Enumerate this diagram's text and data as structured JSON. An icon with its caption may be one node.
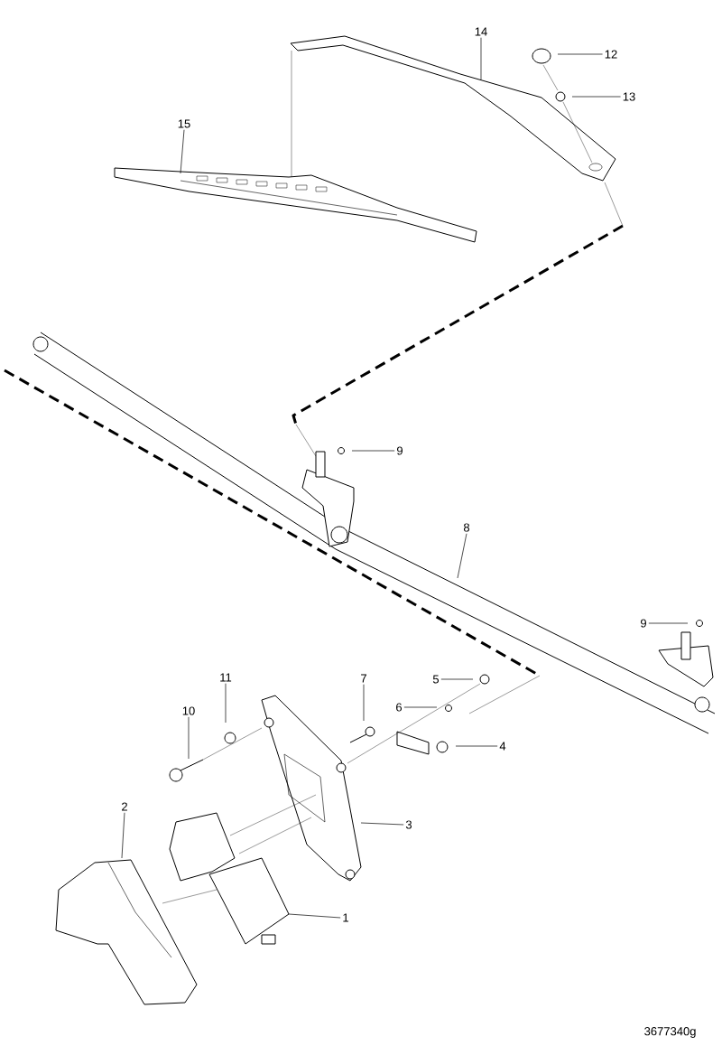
{
  "diagram": {
    "nodes": [
      {
        "text": [
          "14"
        ]
      },
      {
        "text": [
          "12"
        ]
      },
      {
        "text": [
          "13"
        ]
      },
      {
        "text": [
          "15"
        ]
      },
      {
        "text": [
          "9"
        ]
      },
      {
        "text": [
          "8"
        ]
      },
      {
        "text": [
          "9"
        ]
      },
      {
        "text": [
          "11"
        ]
      },
      {
        "text": [
          "7"
        ]
      },
      {
        "text": [
          "5"
        ]
      },
      {
        "text": [
          "6"
        ]
      },
      {
        "text": [
          "10"
        ]
      },
      {
        "text": [
          "4"
        ]
      },
      {
        "text": [
          "2"
        ]
      },
      {
        "text": [
          "3"
        ]
      },
      {
        "text": [
          "1"
        ]
      }
    ],
    "edges": [
      {
        "from": 0,
        "to": null,
        "arrow": "none"
      },
      {
        "from": 1,
        "to": null,
        "arrow": "none"
      },
      {
        "from": 2,
        "to": null,
        "arrow": "none"
      },
      {
        "from": 3,
        "to": null,
        "arrow": "none"
      },
      {
        "from": 4,
        "to": null,
        "arrow": "none"
      },
      {
        "from": 5,
        "to": null,
        "arrow": "none"
      },
      {
        "from": 6,
        "to": null,
        "arrow": "none"
      },
      {
        "from": 7,
        "to": null,
        "arrow": "none"
      },
      {
        "from": 8,
        "to": null,
        "arrow": "none"
      },
      {
        "from": 9,
        "to": null,
        "arrow": "none"
      },
      {
        "from": 10,
        "to": null,
        "arrow": "none"
      },
      {
        "from": 11,
        "to": null,
        "arrow": "none"
      },
      {
        "from": 12,
        "to": null,
        "arrow": "none"
      },
      {
        "from": 13,
        "to": null,
        "arrow": "none"
      },
      {
        "from": 14,
        "to": null,
        "arrow": "none"
      },
      {
        "from": 15,
        "to": null,
        "arrow": "none"
      }
    ],
    "labels": [
      "3677340g"
    ]
  }
}
